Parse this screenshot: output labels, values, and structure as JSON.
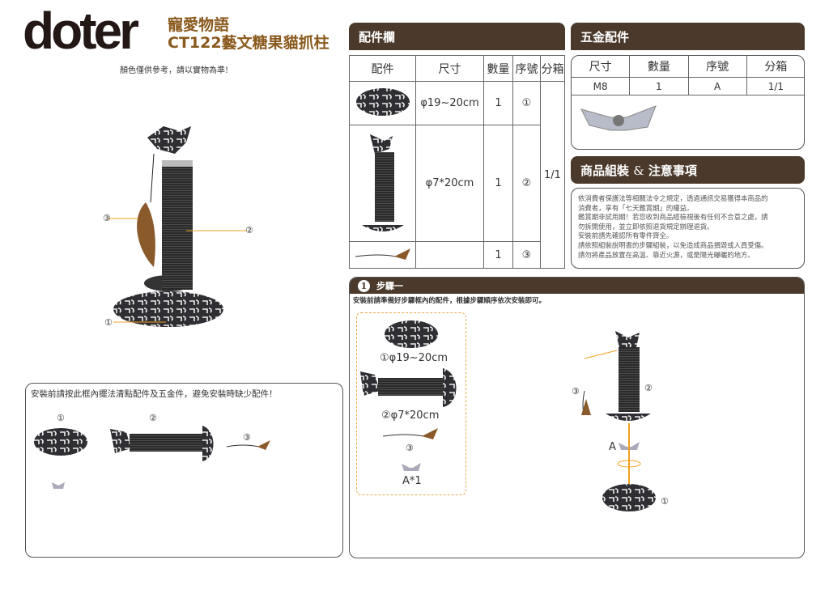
{
  "header": {
    "logo": "doter",
    "brand_line1": "寵愛物語",
    "brand_line2": "CT122藝文糖果貓抓柱",
    "color_note": "顏色僅供參考，請以實物為準!"
  },
  "colors": {
    "bar": "#4b3a2c",
    "brand": "#8a5a1e",
    "dash": "#e8a94a",
    "arrow": "#f0a020"
  },
  "main_view": {
    "labels": [
      "①",
      "②",
      "③"
    ]
  },
  "checklist": {
    "text": "安裝前請按此框內擺法清點配件及五金件，避免安裝時缺少配件！",
    "labels": [
      "①",
      "②",
      "③"
    ]
  },
  "parts_table": {
    "title": "配件欄",
    "headers": [
      "配件",
      "尺寸",
      "數量",
      "序號",
      "分箱"
    ],
    "rows": [
      {
        "size": "φ19~20cm",
        "qty": "1",
        "no": "①"
      },
      {
        "size": "φ7*20cm",
        "qty": "1",
        "no": "②"
      },
      {
        "size": "",
        "qty": "1",
        "no": "③"
      }
    ],
    "box": "1/1"
  },
  "hardware_table": {
    "title": "五金配件",
    "headers": [
      "尺寸",
      "數量",
      "序號",
      "分箱"
    ],
    "rows": [
      {
        "size": "M8",
        "qty": "1",
        "no": "A",
        "box": "1/1"
      }
    ]
  },
  "notice": {
    "title_a": "商品組裝",
    "amp": "&",
    "title_b": "注意事項",
    "lines": [
      "依消費者保護法等相關法令之規定，透過通訊交易獲得本商品的",
      "消費者，享有「七天鑑賞期」的權益。",
      "鑑賞期非試用期！若您收到商品經檢視後有任何不合意之處，請",
      "勿拆開使用，並立即依照退貨規定辦理退貨。",
      "安裝前請先確認所有零件齊全。",
      "請依照組裝說明書的步驟組裝，以免造成商品損毀或人員受傷。",
      "請勿將產品放置在高溫、靠近火源，或是陽光曝曬的地方。"
    ]
  },
  "step1": {
    "num": "1",
    "title": "步驟一",
    "instruction": "安裝前請準備好步驟框內的配件，根據步驟順序依次安裝即可。",
    "parts": [
      "①φ19~20cm",
      "②φ7*20cm",
      "③",
      "A*1"
    ],
    "diagram_labels": [
      "③",
      "②",
      "A",
      "①"
    ]
  }
}
